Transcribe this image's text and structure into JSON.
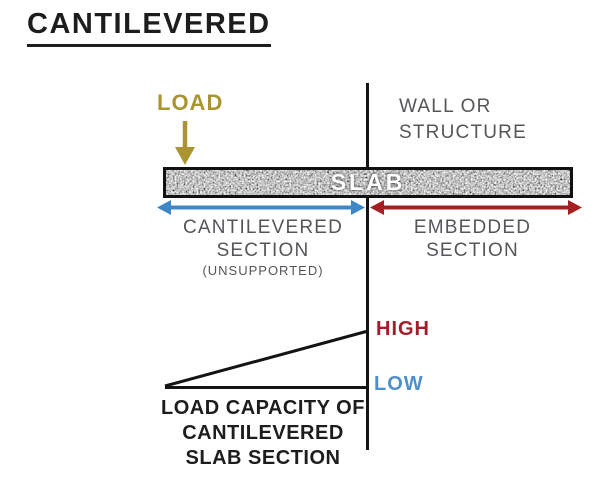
{
  "title": "CANTILEVERED",
  "labels": {
    "load": "LOAD",
    "wall_line1": "WALL OR",
    "wall_line2": "STRUCTURE",
    "slab": "SLAB",
    "cantilevered_line1": "CANTILEVERED",
    "cantilevered_line2": "SECTION",
    "cantilevered_line3": "(UNSUPPORTED)",
    "embedded_line1": "EMBEDDED",
    "embedded_line2": "SECTION",
    "high": "HIGH",
    "low": "LOW",
    "caption_line1": "LOAD CAPACITY OF",
    "caption_line2": "CANTILEVERED",
    "caption_line3": "SLAB SECTION"
  },
  "colors": {
    "ink": "#141414",
    "load_gold": "#ab9530",
    "cantilever_blue": "#3e87c7",
    "embedded_red": "#a51e22",
    "high_red": "#a31e2b",
    "low_blue": "#4e90cc",
    "label_gray": "#54565a"
  }
}
